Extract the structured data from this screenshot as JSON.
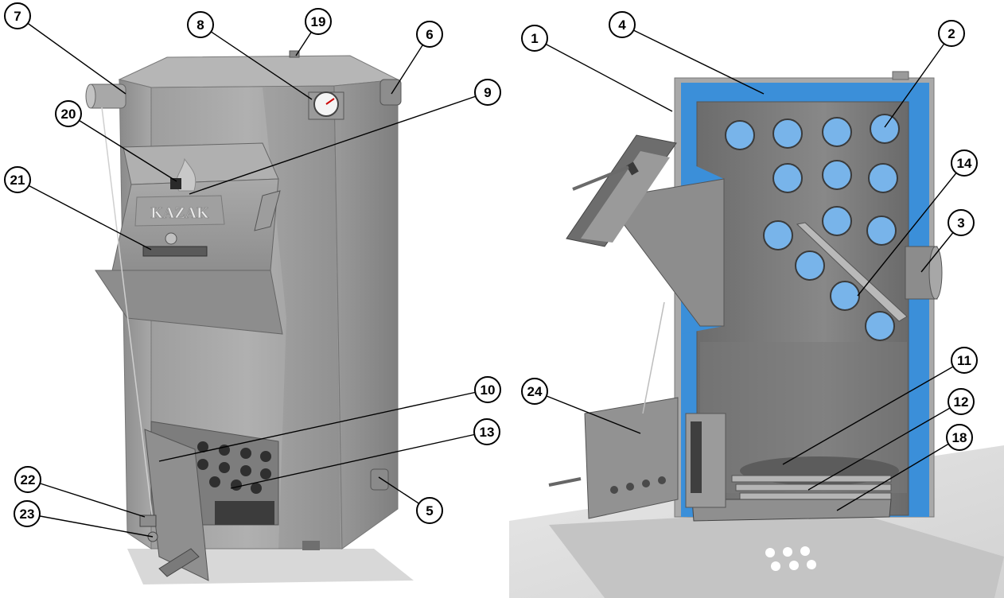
{
  "brand": {
    "label": "KAZAK"
  },
  "colors": {
    "boiler_body": "#9b9b9b",
    "boiler_dark": "#6f6f6f",
    "boiler_light": "#b9b9b9",
    "insulation_blue": "#3b8fd9",
    "tube_blue": "#78b4ea",
    "leader_line": "#000000",
    "callout_fill": "#ffffff"
  },
  "callouts": [
    {
      "label": "7"
    },
    {
      "label": "8"
    },
    {
      "label": "19"
    },
    {
      "label": "6"
    },
    {
      "label": "20"
    },
    {
      "label": "9"
    },
    {
      "label": "21"
    },
    {
      "label": "10"
    },
    {
      "label": "13"
    },
    {
      "label": "22"
    },
    {
      "label": "23"
    },
    {
      "label": "5"
    },
    {
      "label": "1"
    },
    {
      "label": "4"
    },
    {
      "label": "2"
    },
    {
      "label": "14"
    },
    {
      "label": "3"
    },
    {
      "label": "24"
    },
    {
      "label": "11"
    },
    {
      "label": "12"
    },
    {
      "label": "18"
    }
  ]
}
